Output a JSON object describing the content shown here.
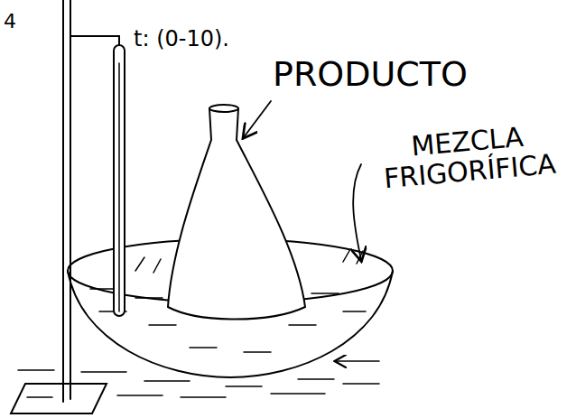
{
  "diagram": {
    "labels": [
      "4",
      "t: (0-10).",
      "PRODUCTO",
      "MEZCLA FRIGORÍFICA"
    ]
  }
}
